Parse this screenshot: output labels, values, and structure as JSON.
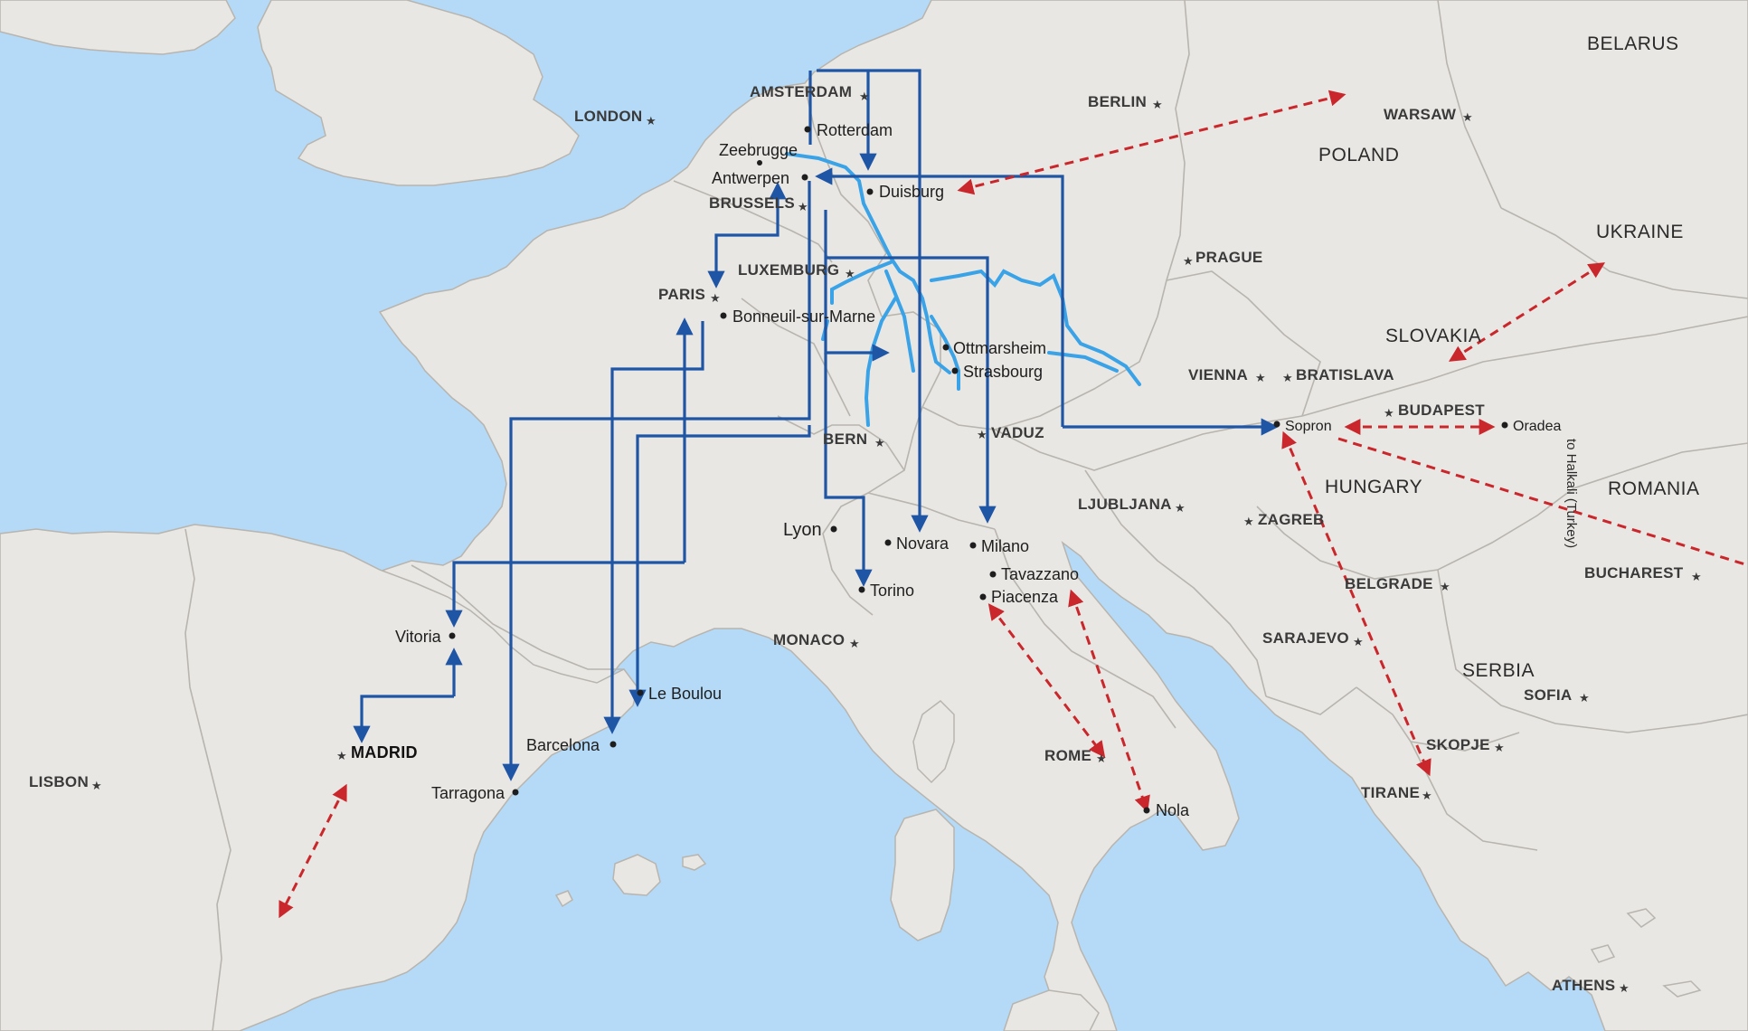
{
  "colors": {
    "sea": "#b5daf7",
    "land": "#e9e7e3",
    "border": "#b8b4ae",
    "route": "#1f55a5",
    "river": "#3aa3e8",
    "road": "#c9272b"
  },
  "map": {
    "countries": {
      "belarus": "BELARUS",
      "poland": "POLAND",
      "ukraine": "UKRAINE",
      "slovakia": "SLOVAKIA",
      "hungary": "HUNGARY",
      "romania": "ROMANIA",
      "serbia": "SERBIA"
    },
    "capitals": {
      "london": "LONDON",
      "amsterdam": "AMSTERDAM",
      "brussels": "BRUSSELS",
      "berlin": "BERLIN",
      "warsaw": "WARSAW",
      "prague": "PRAGUE",
      "luxemburg": "LUXEMBURG",
      "paris": "PARIS",
      "vienna": "VIENNA",
      "bratislava": "BRATISLAVA",
      "budapest": "BUDAPEST",
      "bern": "BERN",
      "vaduz": "VADUZ",
      "ljubljana": "LJUBLJANA",
      "zagreb": "ZAGREB",
      "belgrade": "BELGRADE",
      "bucharest": "BUCHAREST",
      "sarajevo": "SARAJEVO",
      "sofia": "SOFIA",
      "monaco": "MONACO",
      "skopje": "SKOPJE",
      "rome": "ROME",
      "tirane": "TIRANE",
      "madrid": "MADRID",
      "lisbon": "LISBON",
      "athens": "ATHENS"
    },
    "cities": {
      "rotterdam": "Rotterdam",
      "zeebrugge": "Zeebrugge",
      "antwerpen": "Antwerpen",
      "duisburg": "Duisburg",
      "bonneuil": "Bonneuil-sur-Marne",
      "ottmarsheim": "Ottmarsheim",
      "strasbourg": "Strasbourg",
      "sopron": "Sopron",
      "oradea": "Oradea",
      "lyon": "Lyon",
      "novara": "Novara",
      "milano": "Milano",
      "tavazzano": "Tavazzano",
      "piacenza": "Piacenza",
      "torino": "Torino",
      "vitoria": "Vitoria",
      "le_boulou": "Le Boulou",
      "barcelona": "Barcelona",
      "tarragona": "Tarragona",
      "nola": "Nola"
    },
    "annotation": "to Halkali (Turkey)"
  }
}
